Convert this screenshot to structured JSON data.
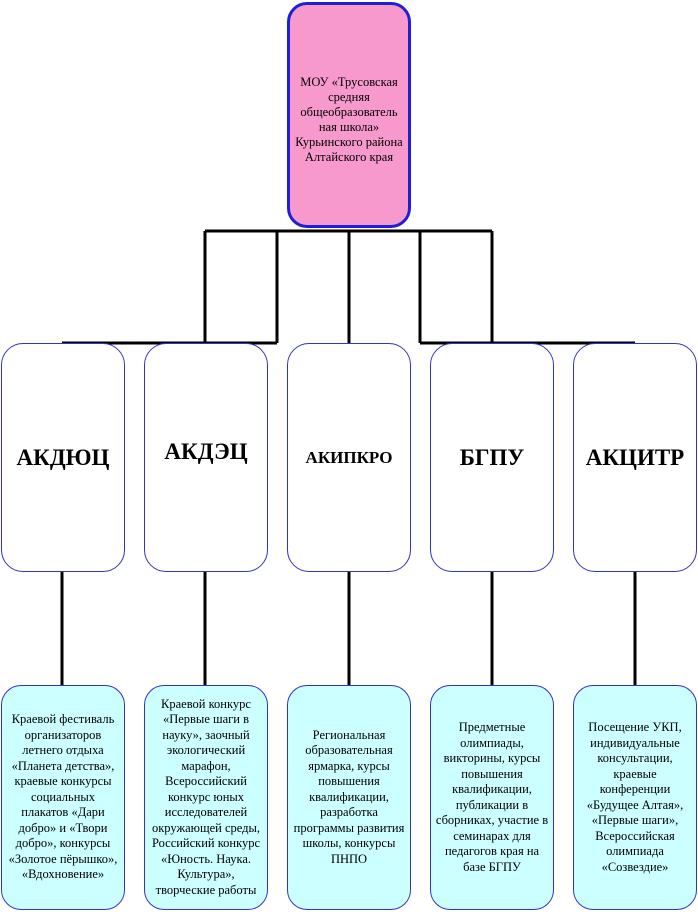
{
  "root": {
    "text": "МОУ «Трусовская средняя общеобразователь ная школа» Курьинского района Алтайского края"
  },
  "organizations": [
    {
      "label": "АКДЮЦ",
      "description": "Краевой фестиваль организаторов летнего отдыха «Планета детства», краевые конкурсы социальных плакатов «Дари добро» и «Твори добро», конкурсы «Золотое пёрышко», «Вдохновение»"
    },
    {
      "label": "АКДЭЦ",
      "description": "Краевой конкурс «Первые шаги в науку», заочный экологический марафон, Всероссийский конкурс юных исследователей окружающей среды, Российский конкурс «Юность. Наука. Культура», творческие работы"
    },
    {
      "label": "АКИПКРО",
      "description": "Региональная образовательная ярмарка, курсы повышения квалификации, разработка программы развития школы, конкурсы ПНПО"
    },
    {
      "label": "БГПУ",
      "description": "Предметные олимпиады, викторины, курсы повышения квалификации, публикации в сборниках, участие в семинарах для педагогов края на базе БГПУ"
    },
    {
      "label": "АКЦИТР",
      "description": "Посещение УКП, индивидуальные консультации, краевые конференции «Будущее Алтая», «Первые шаги», Всероссийская олимпиада «Созвездие»"
    }
  ],
  "colors": {
    "root_fill": "#f799cc",
    "root_border": "#1f1fd9",
    "leaf_fill": "#ccffff",
    "box_border": "#3333cc",
    "connector": "#000000"
  }
}
